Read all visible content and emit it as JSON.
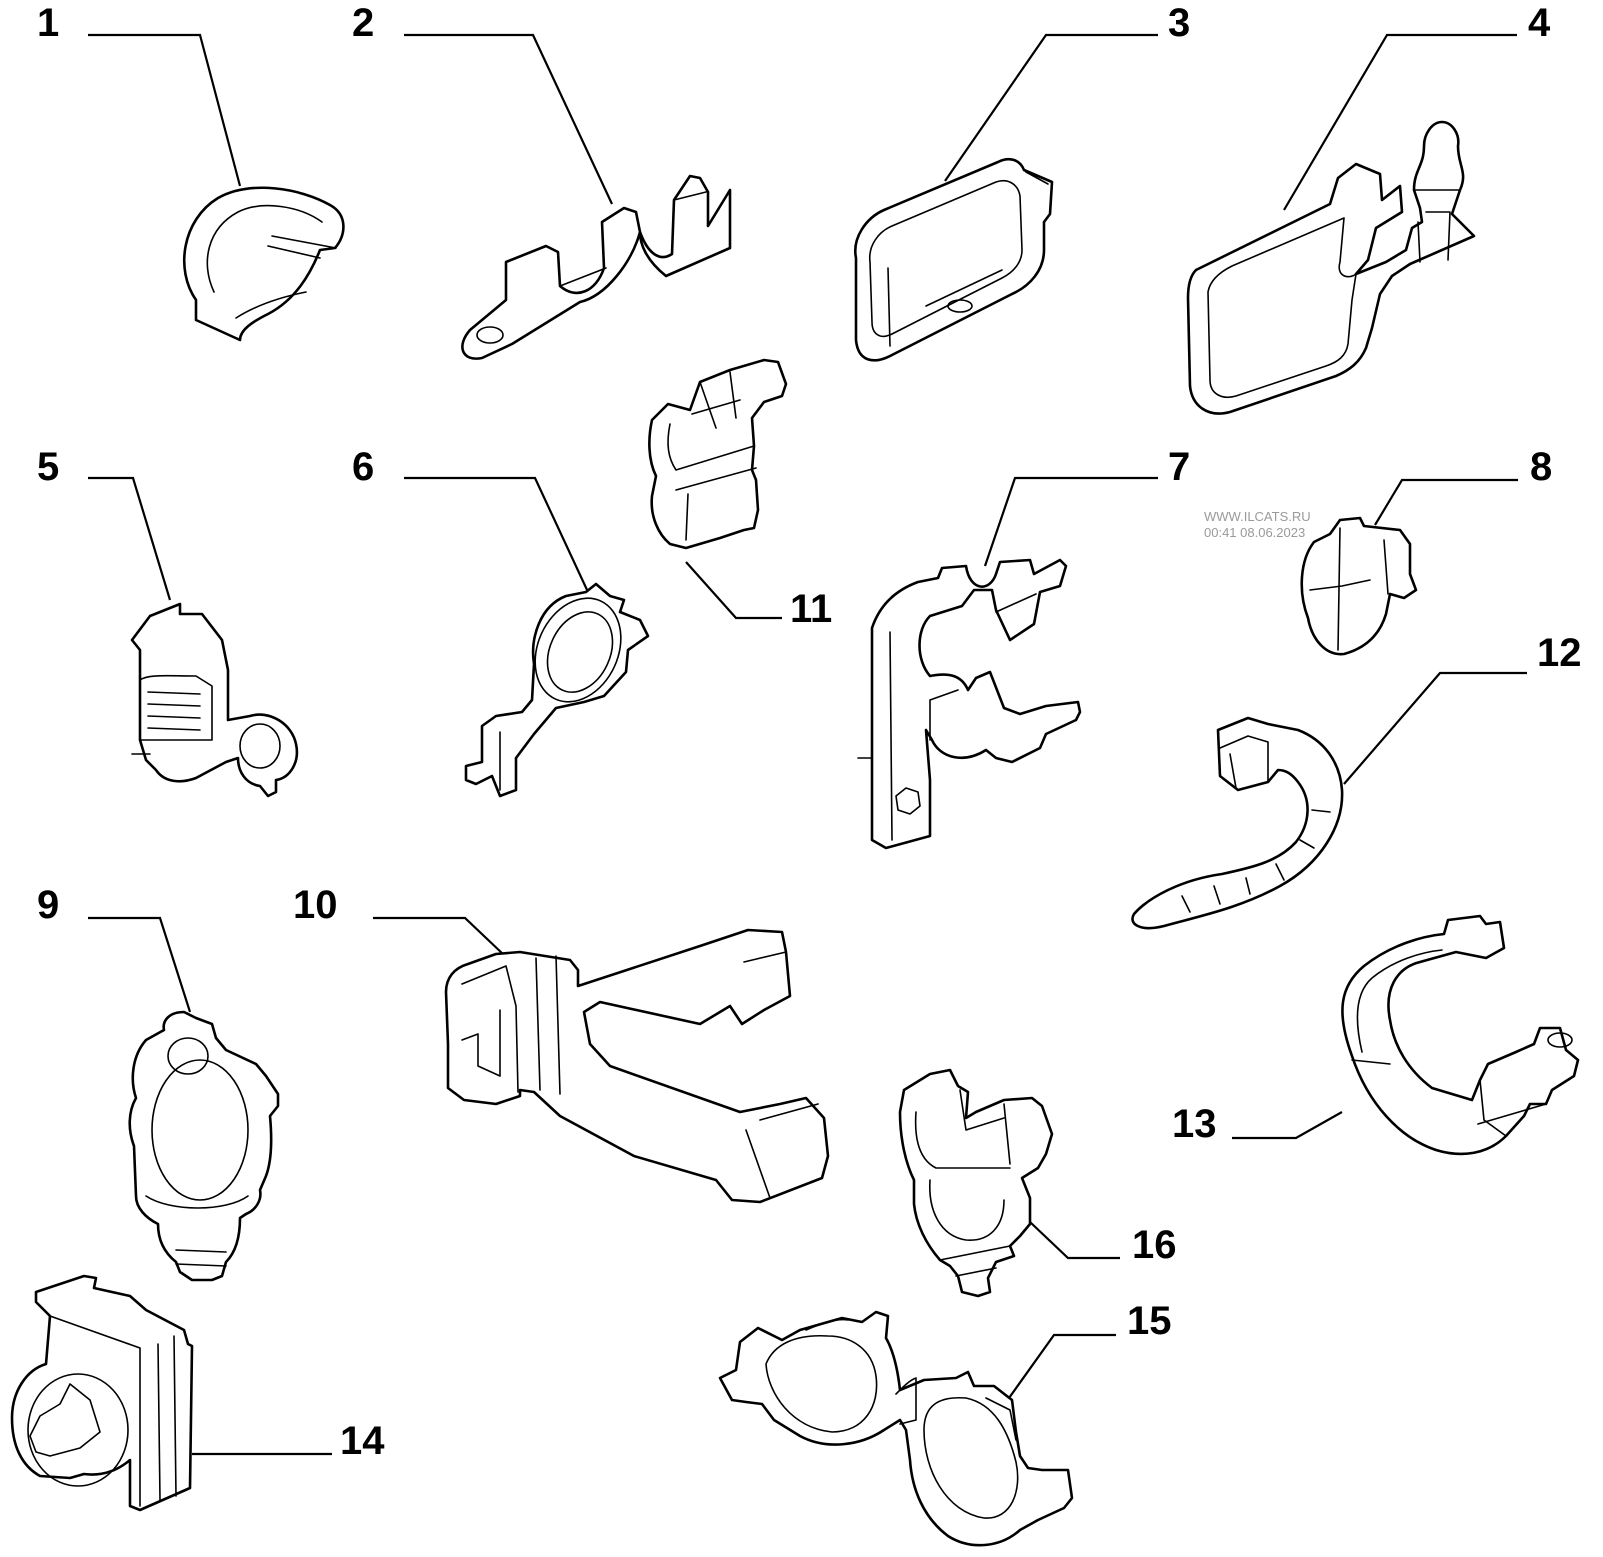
{
  "callouts": [
    "1",
    "2",
    "3",
    "4",
    "5",
    "6",
    "7",
    "8",
    "9",
    "10",
    "11",
    "12",
    "13",
    "14",
    "15",
    "16"
  ],
  "watermark": {
    "line1": "WWW.ILCATS.RU",
    "line2": "00:41 08.06.2023"
  }
}
